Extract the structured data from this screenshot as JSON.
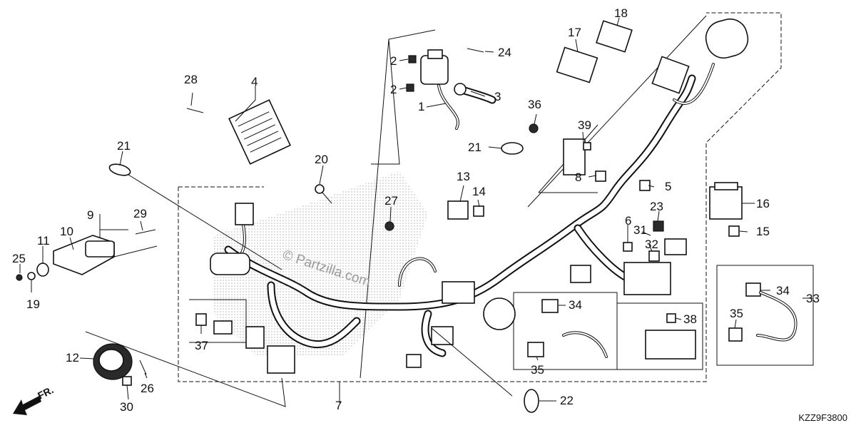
{
  "diagram": {
    "callouts": [
      "1",
      "2",
      "2",
      "3",
      "4",
      "5",
      "6",
      "7",
      "8",
      "9",
      "10",
      "11",
      "12",
      "13",
      "14",
      "15",
      "16",
      "17",
      "18",
      "19",
      "20",
      "21",
      "21",
      "22",
      "23",
      "24",
      "25",
      "26",
      "27",
      "28",
      "29",
      "30",
      "31",
      "32",
      "33",
      "34",
      "34",
      "35",
      "35",
      "36",
      "37",
      "38",
      "39"
    ],
    "watermark": "© Partzilla.com",
    "direction_label": "FR.",
    "diagram_code": "KZZ9F3800"
  }
}
